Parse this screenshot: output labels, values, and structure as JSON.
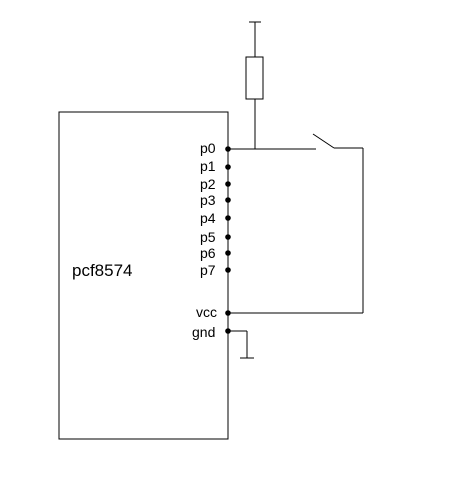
{
  "chip": {
    "label": "pcf8574",
    "pins": [
      {
        "id": "p0",
        "label": "p0"
      },
      {
        "id": "p1",
        "label": "p1"
      },
      {
        "id": "p2",
        "label": "p2"
      },
      {
        "id": "p3",
        "label": "p3"
      },
      {
        "id": "p4",
        "label": "p4"
      },
      {
        "id": "p5",
        "label": "p5"
      },
      {
        "id": "p6",
        "label": "p6"
      },
      {
        "id": "p7",
        "label": "p7"
      },
      {
        "id": "vcc",
        "label": "vcc"
      },
      {
        "id": "gnd",
        "label": "gnd"
      }
    ]
  },
  "colors": {
    "line": "#000000",
    "background": "#ffffff"
  },
  "components": {
    "resistor": "pull-up-resistor",
    "switch": "push-switch",
    "ground": "ground-symbol"
  }
}
